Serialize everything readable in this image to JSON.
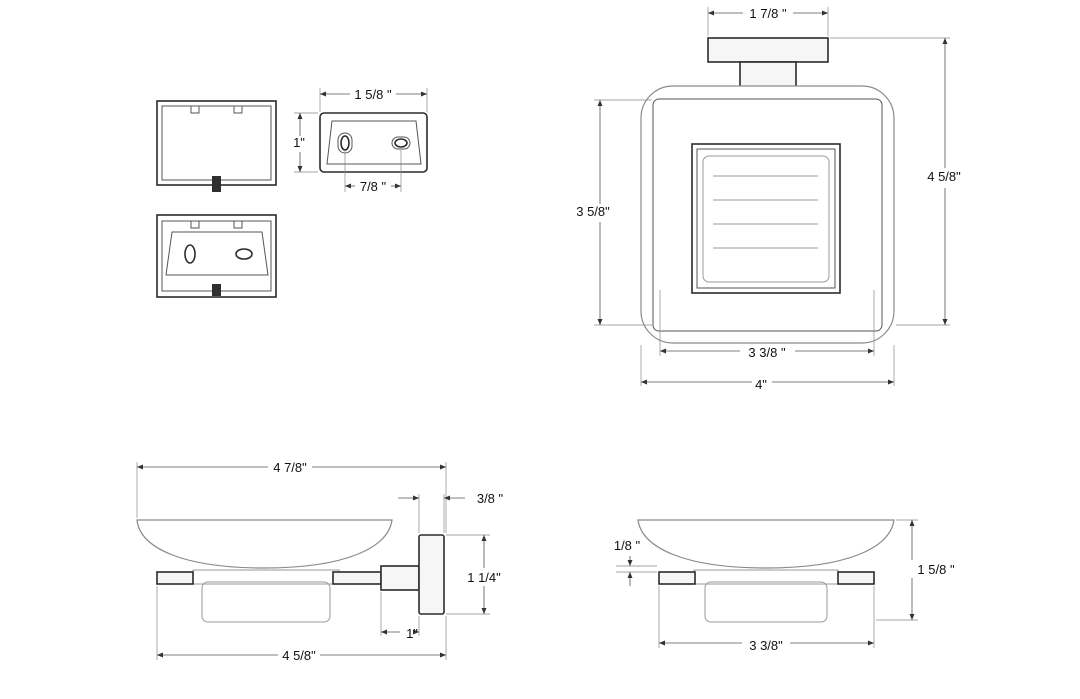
{
  "dimensions": {
    "plate_width": "1 5/8 \"",
    "plate_height": "1\"",
    "slot_spacing": "7/8 \"",
    "arm_width": "1 7/8 \"",
    "tray_height": "3 5/8\"",
    "overall_height": "4 5/8\"",
    "tray_width": "3 3/8 \"",
    "overall_width": "4\"",
    "side_dish_width": "4 7/8\"",
    "post_depth": "3/8 \"",
    "post_height": "1 1/4\"",
    "arm_length": "1\"",
    "side_overall_width": "4 5/8\"",
    "front_rim_offset": "1/8 \"",
    "front_overall_height": "1 5/8 \"",
    "front_tray_width": "3 3/8\""
  }
}
